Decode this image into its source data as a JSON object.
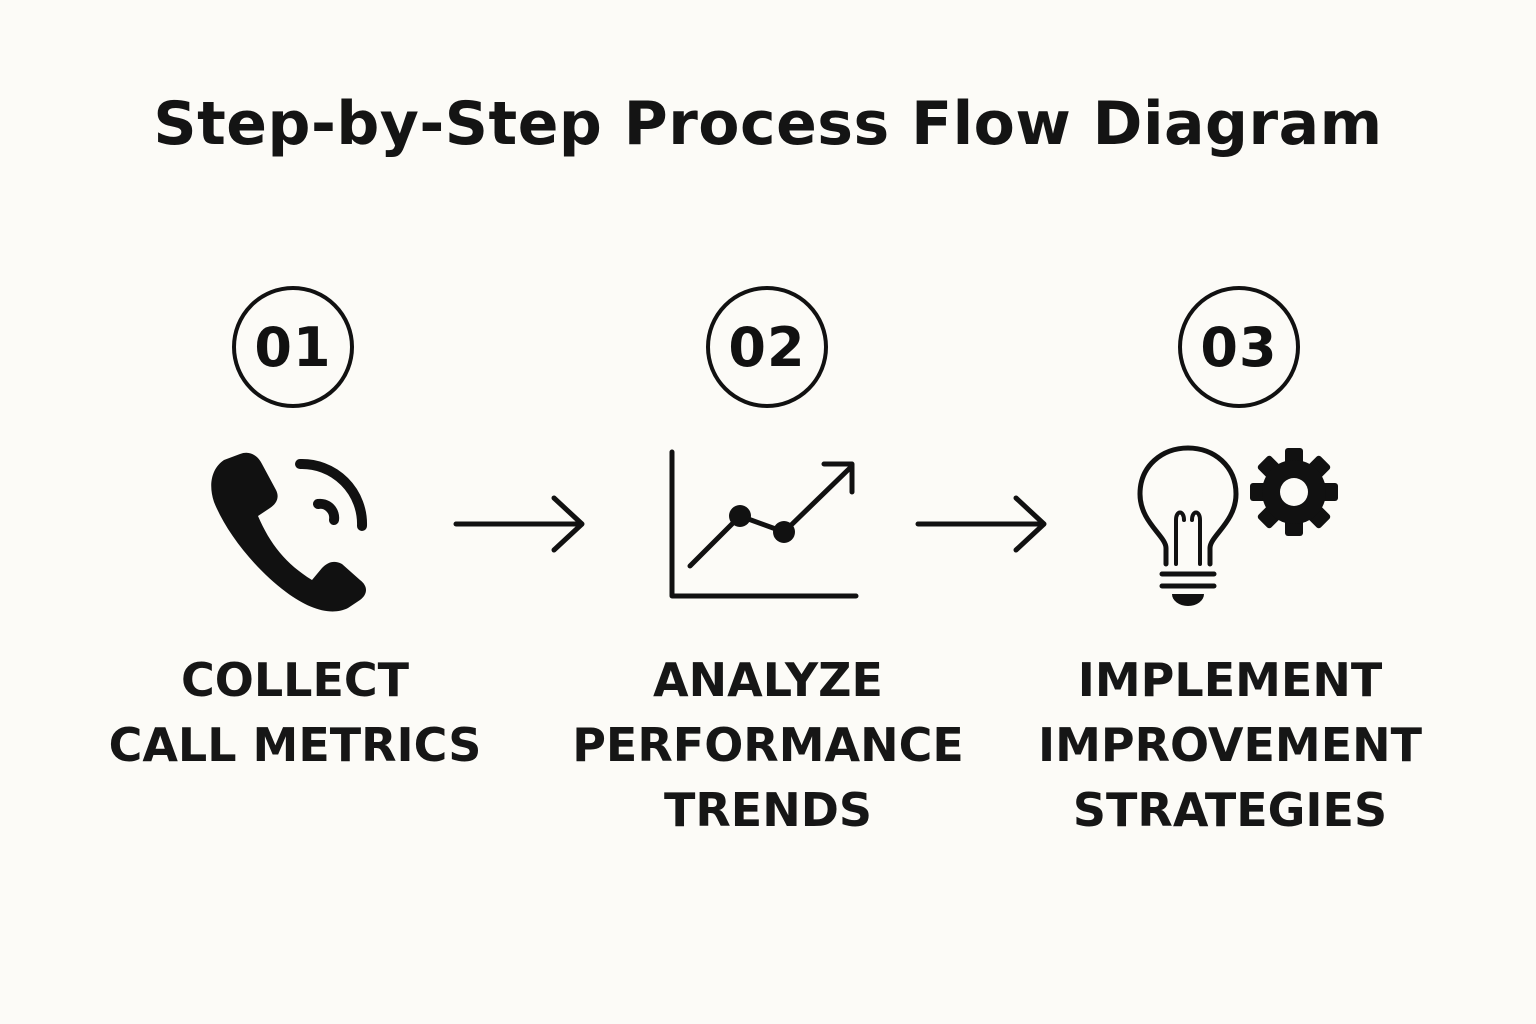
{
  "title": "Step-by-Step Process Flow Diagram",
  "steps": [
    {
      "number": "01",
      "icon": "phone-icon",
      "label_lines": [
        "COLLECT",
        "CALL METRICS"
      ]
    },
    {
      "number": "02",
      "icon": "trend-chart-icon",
      "label_lines": [
        "ANALYZE",
        "PERFORMANCE",
        "TRENDS"
      ]
    },
    {
      "number": "03",
      "icon": "lightbulb-gear-icon",
      "label_lines": [
        "IMPLEMENT",
        "IMPROVEMENT",
        "STRATEGIES"
      ]
    }
  ],
  "connectors": [
    "right-arrow-icon",
    "right-arrow-icon"
  ],
  "colors": {
    "background": "#fcfbf7",
    "ink": "#111111"
  }
}
